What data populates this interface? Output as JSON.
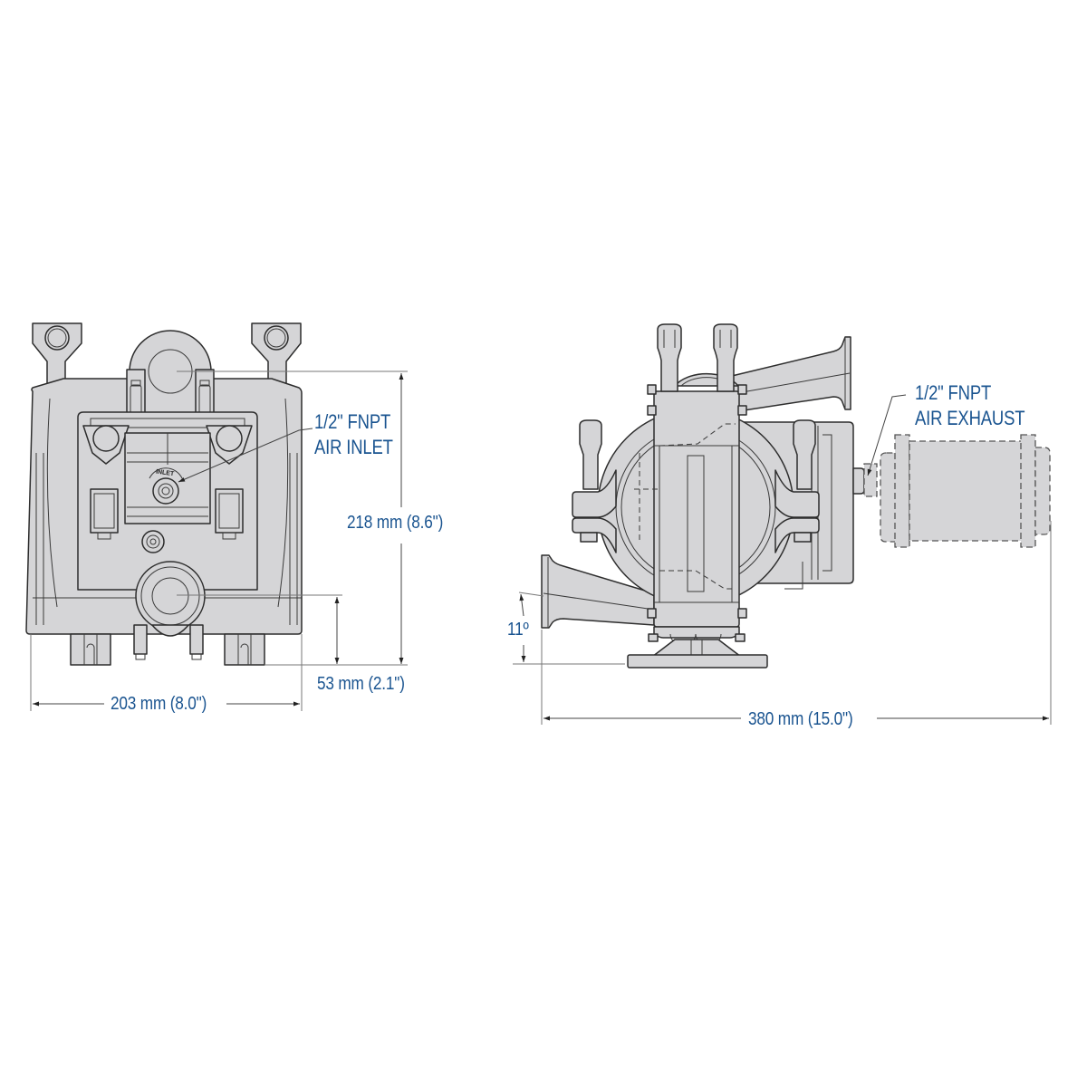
{
  "figure": {
    "type": "pump-dimension-drawing",
    "colors": {
      "label_text": "#1a5490",
      "part_fill": "#d5d5d7",
      "part_outline": "#2d2d2d",
      "dimension_line": "#444444"
    }
  },
  "front_view": {
    "inlet_marking": "INLET",
    "callout_air_inlet": {
      "line1": "1/2\" FNPT",
      "line2": "AIR INLET"
    },
    "dimensions": {
      "height": "218 mm (8.6\")",
      "outlet_height": "53 mm (2.1\")",
      "width": "203 mm (8.0\")"
    }
  },
  "side_view": {
    "callout_air_exhaust": {
      "line1": "1/2\" FNPT",
      "line2": "AIR EXHAUST"
    },
    "dimensions": {
      "angle": "11º",
      "length": "380 mm (15.0\")"
    }
  }
}
